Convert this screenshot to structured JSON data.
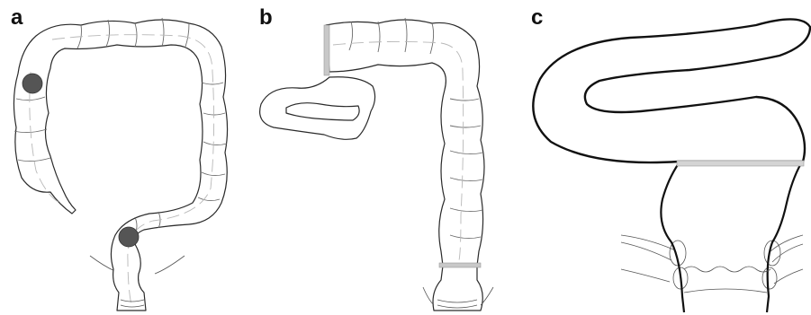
{
  "panels": [
    {
      "label": "a"
    },
    {
      "label": "b"
    },
    {
      "label": "c"
    }
  ],
  "colors": {
    "outline": "#2a2a2a",
    "tumor": "#555555",
    "staple_line": "#c8c8c8",
    "label": "#111111"
  }
}
